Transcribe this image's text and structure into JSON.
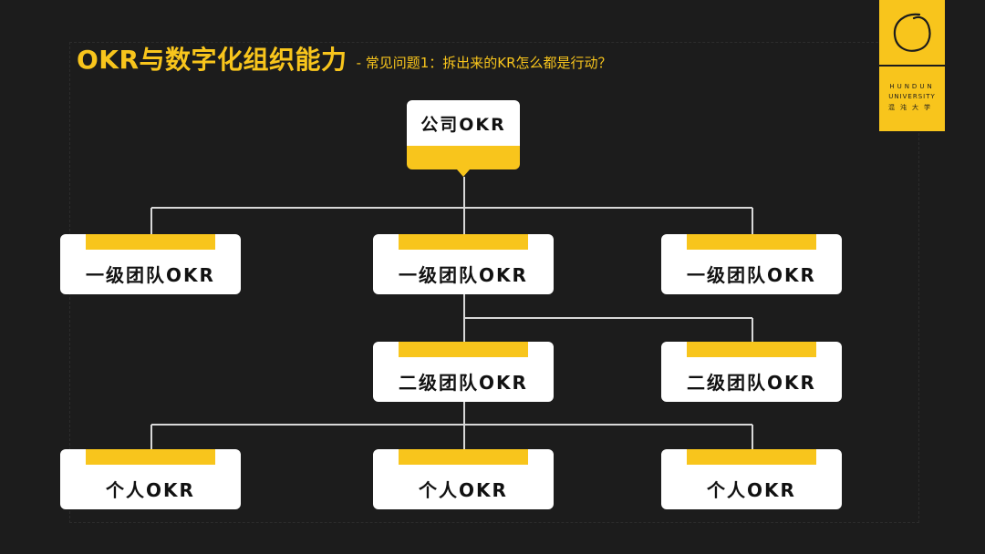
{
  "header": {
    "title": "OKR与数字化组织能力",
    "subtitle": "- 常见问题1：拆出来的KR怎么都是行动？"
  },
  "logo": {
    "line1": "HUNDUN",
    "line2": "UNIVERSITY",
    "line3": "混沌大学"
  },
  "colors": {
    "background": "#1c1c1c",
    "accent": "#f8c51c",
    "node": "#ffffff",
    "connector": "#d8d8d8"
  },
  "diagram": {
    "root": {
      "label": "公司OKR"
    },
    "level1": [
      {
        "label": "一级团队OKR"
      },
      {
        "label": "一级团队OKR"
      },
      {
        "label": "一级团队OKR"
      }
    ],
    "level2": [
      {
        "label": "二级团队OKR"
      },
      {
        "label": "二级团队OKR"
      }
    ],
    "level3": [
      {
        "label": "个人OKR"
      },
      {
        "label": "个人OKR"
      },
      {
        "label": "个人OKR"
      }
    ]
  }
}
